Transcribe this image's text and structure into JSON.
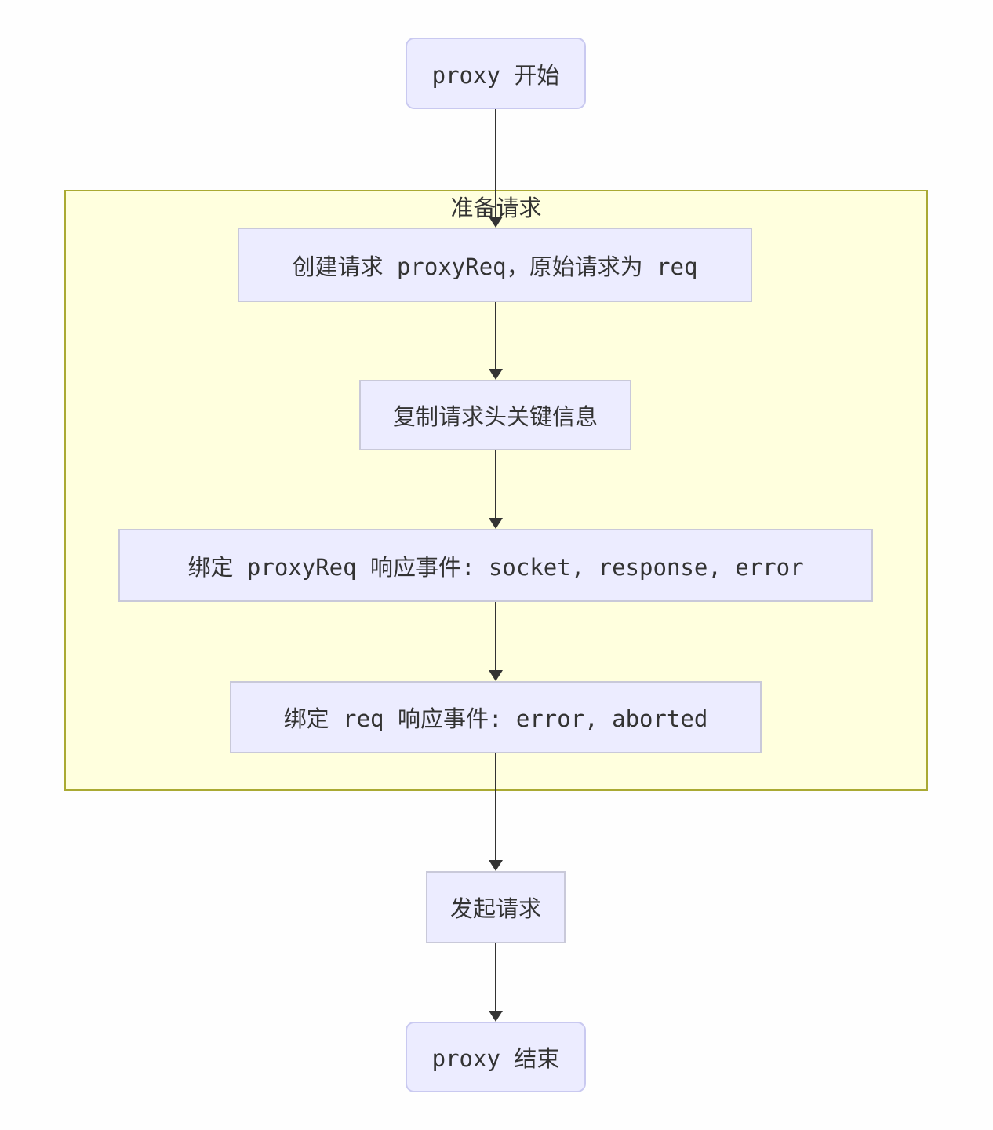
{
  "diagram": {
    "type": "flowchart",
    "direction": "top-down",
    "colors": {
      "background": "#fefefe",
      "node_fill": "#ECECFF",
      "node_border": "#C9C9D9",
      "rounded_border": "#C9C9F0",
      "cluster_fill": "#FFFFDE",
      "cluster_border": "#AAAA33",
      "line": "#333333",
      "text": "#333333"
    },
    "subgraph": {
      "label": "准备请求"
    },
    "nodes": {
      "start": {
        "label": "proxy 开始",
        "shape": "rounded"
      },
      "create": {
        "label": "创建请求 proxyReq，原始请求为 req",
        "shape": "rect"
      },
      "copy": {
        "label": "复制请求头关键信息",
        "shape": "rect"
      },
      "bind_proxyreq": {
        "label": "绑定 proxyReq 响应事件: socket, response, error",
        "shape": "rect"
      },
      "bind_req": {
        "label": "绑定 req 响应事件: error, aborted",
        "shape": "rect"
      },
      "send": {
        "label": "发起请求",
        "shape": "rect"
      },
      "end": {
        "label": "proxy 结束",
        "shape": "rounded"
      }
    },
    "edges": [
      {
        "from": "start",
        "to": "create"
      },
      {
        "from": "create",
        "to": "copy"
      },
      {
        "from": "copy",
        "to": "bind_proxyreq"
      },
      {
        "from": "bind_proxyreq",
        "to": "bind_req"
      },
      {
        "from": "bind_req",
        "to": "send"
      },
      {
        "from": "send",
        "to": "end"
      }
    ],
    "nodes_in_subgraph": [
      "create",
      "copy",
      "bind_proxyreq",
      "bind_req"
    ]
  }
}
